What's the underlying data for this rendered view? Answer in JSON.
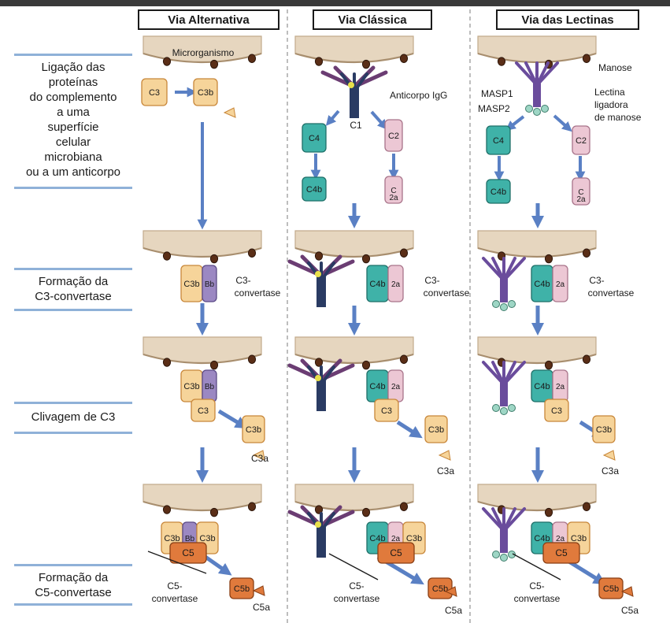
{
  "headers": {
    "alternative": "Via Alternativa",
    "classical": "Via Clássica",
    "lectin": "Via das Lectinas"
  },
  "steps": {
    "binding": "Ligação das\nproteínas\ndo complemento\na uma\nsuperfície\ncelular\nmicrobiana\nou a um anticorpo",
    "c3_convertase": "Formação da\nC3-convertase",
    "c3_cleavage": "Clivagem de C3",
    "c5_convertase": "Formação da\nC5-convertase"
  },
  "labels": {
    "microorganism": "Microrganismo",
    "antibody": "Anticorpo IgG",
    "c1": "C1",
    "mannose": "Manose",
    "masp1": "MASP1",
    "masp2": "MASP2",
    "mbl_line1": "Lectina",
    "mbl_line2": "ligadora",
    "mbl_line3": "de manose",
    "c3_convertase_line1": "C3-",
    "c3_convertase_line2": "convertase",
    "c5_convertase_line1": "C5-",
    "c5_convertase_line2": "convertase"
  },
  "proteins": {
    "c3": "C3",
    "c3b": "C3b",
    "c3a": "C3a",
    "bb": "Bb",
    "c4": "C4",
    "c4b": "C4b",
    "c2": "C2",
    "c2a_top": "C",
    "c2a_bottom": "2a",
    "c2a": "2a",
    "c5": "C5",
    "c5b": "C5b",
    "c5a": "C5a"
  },
  "colors": {
    "c3": "#f6d49a",
    "c3_stroke": "#c8873a",
    "bb": "#9b88c2",
    "c4": "#3fb2a8",
    "c4_stroke": "#1f6f68",
    "c2": "#ecc7d4",
    "c2_stroke": "#a8748a",
    "c5": "#e07a3c",
    "c5_stroke": "#8a3f14",
    "arrow": "#5a80c4",
    "antibody": "#2a3b63",
    "lectin": "#6a4c9c",
    "rule": "#8fb1d8"
  }
}
